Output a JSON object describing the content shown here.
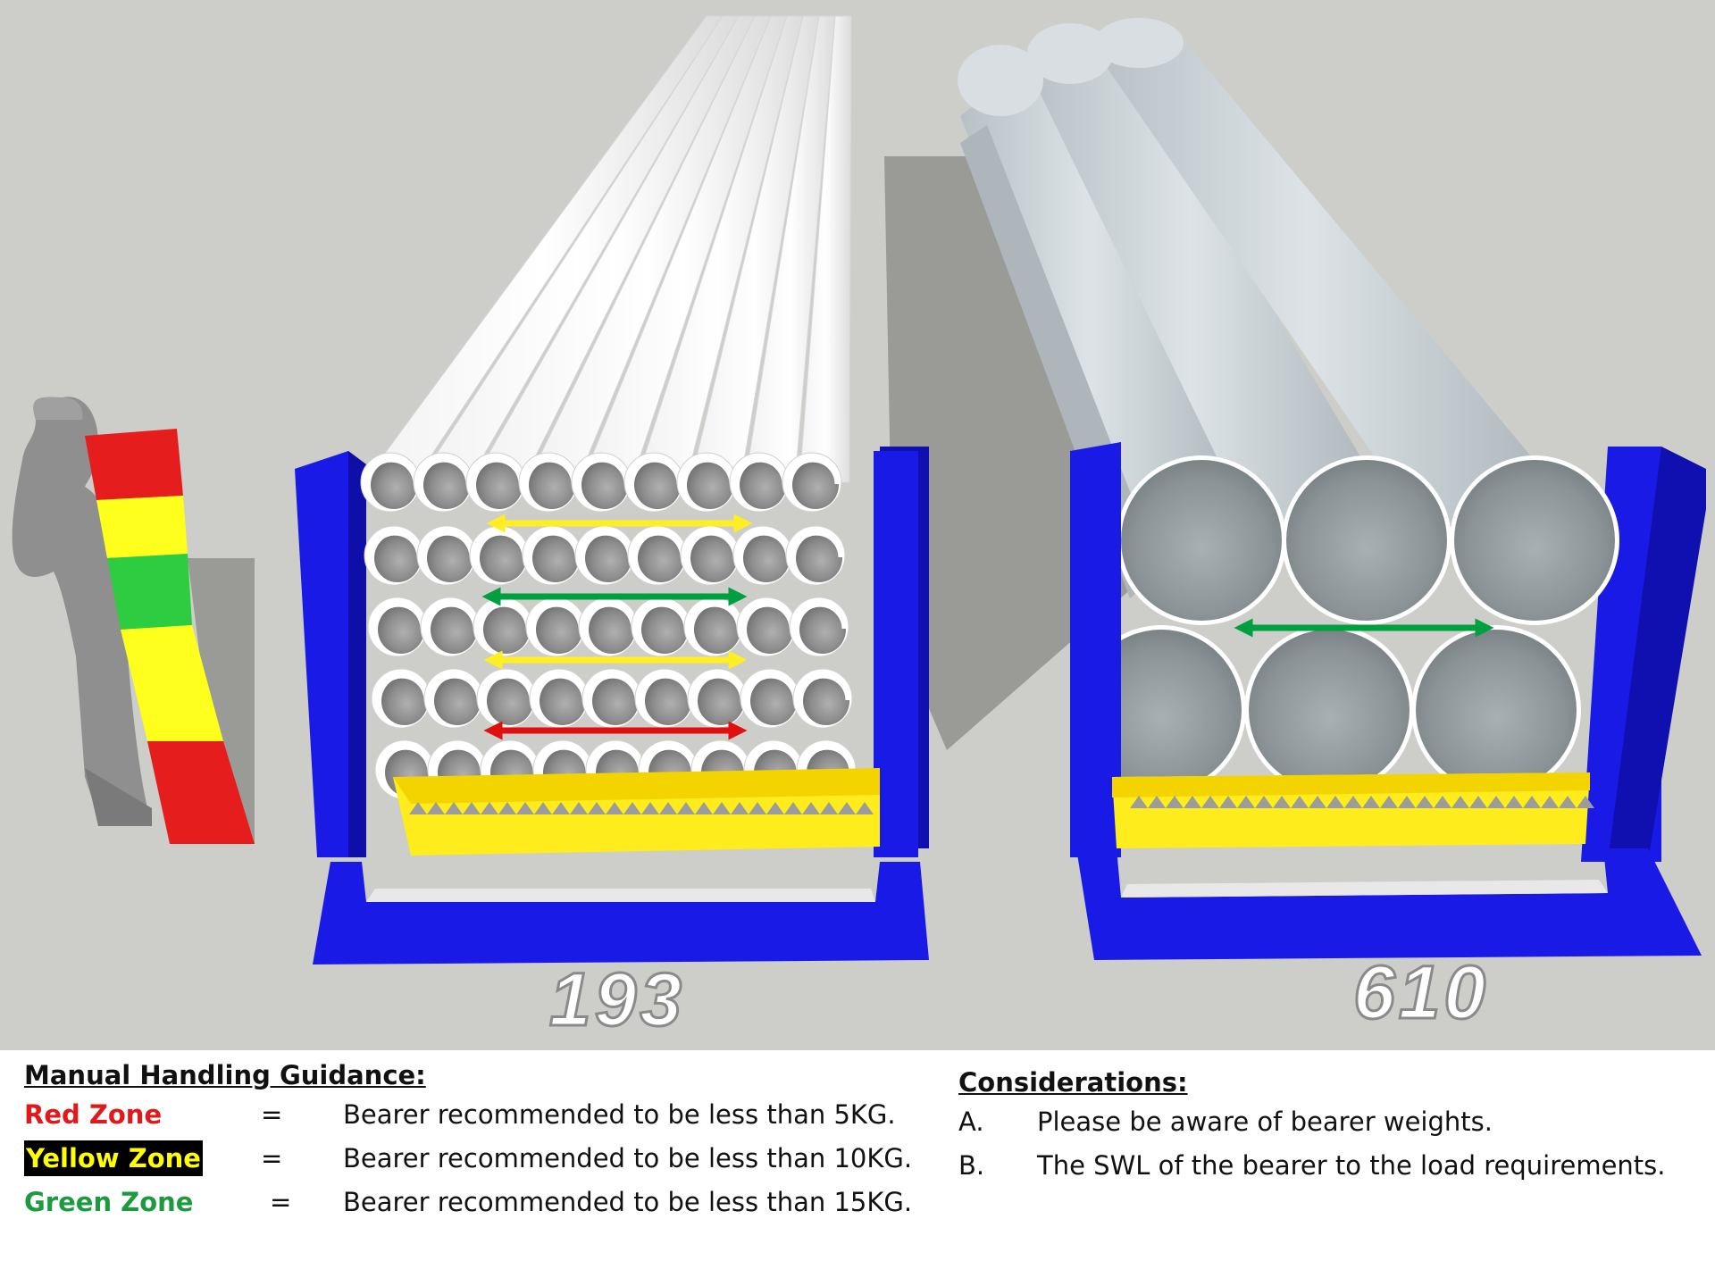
{
  "labels": {
    "left_bearer": "193",
    "right_bearer": "610"
  },
  "guidance": {
    "title": "Manual Handling Guidance:",
    "rows": [
      {
        "zone": "Red Zone",
        "equals": "=",
        "text": "Bearer recommended to be less than 5KG.",
        "color": "#e0191c"
      },
      {
        "zone": "Yellow Zone",
        "equals": "=",
        "text": "Bearer recommended to be less than 10KG.",
        "color": "#ffff00"
      },
      {
        "zone": "Green Zone",
        "equals": "=",
        "text": "Bearer recommended to be less than 15KG.",
        "color": "#1c9a3f"
      }
    ]
  },
  "considerations": {
    "title": "Considerations:",
    "items": [
      {
        "letter": "A.",
        "text": "Please be aware of bearer weights."
      },
      {
        "letter": "B.",
        "text": "The SWL of the bearer to the load requirements."
      }
    ]
  },
  "colors": {
    "background": "#cdcdc9",
    "frame": "#1a1ae6",
    "tray": "#ffec1c",
    "red": "#e0191c",
    "yellow": "#ffff1e",
    "green": "#2ecc40",
    "arrow_yellow": "#ffee22",
    "arrow_green": "#00a040",
    "arrow_red": "#e01010",
    "small_pipe": "#ffffff",
    "large_pipe": "#c9d0d4",
    "figure": "#8f8f8f"
  }
}
